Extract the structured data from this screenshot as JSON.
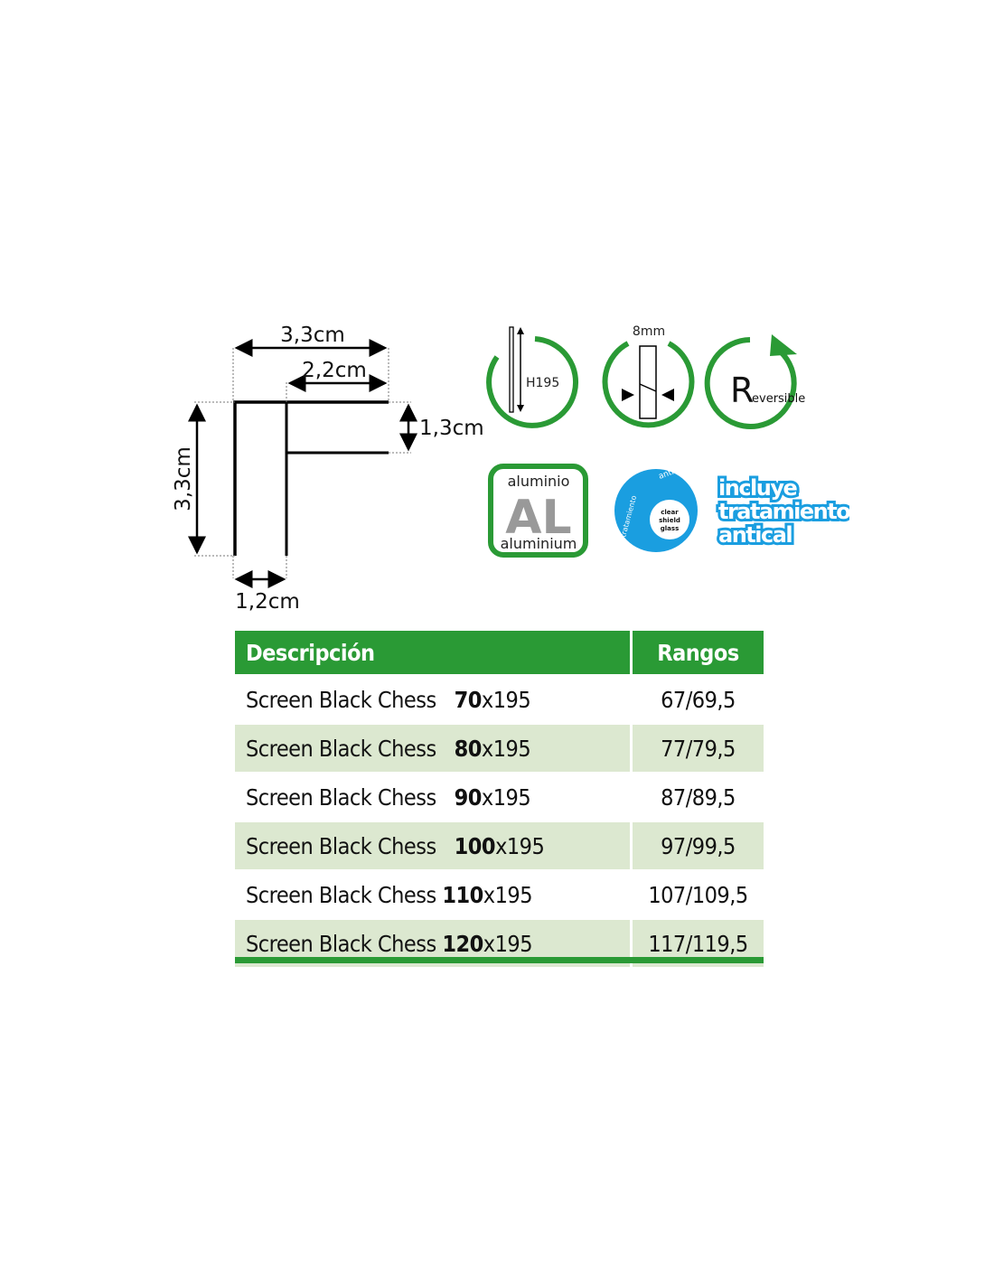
{
  "diagram": {
    "top_width": "3,3cm",
    "inner_width": "2,2cm",
    "right_height": "1,3cm",
    "left_height": "3,3cm",
    "bottom_width": "1,2cm"
  },
  "icons": {
    "height_label": "H195",
    "glass_thickness": "8mm",
    "reversible_initial": "R",
    "reversible_rest": "eversible",
    "aluminium_top": "aluminio",
    "aluminium_symbol": "AL",
    "aluminium_bottom": "aluminium",
    "antical_arc_top": "antical",
    "antical_arc_side": "tratamiento",
    "clear_shield": [
      "clear",
      "shield",
      "glass"
    ],
    "treatment_lines": [
      "incluye",
      "tratamiento",
      "antical"
    ]
  },
  "colors": {
    "green": "#2a9a35",
    "row_alt": "#dce8d0",
    "blue": "#1a9ee0"
  },
  "table": {
    "headers": {
      "description": "Descripción",
      "ranges": "Rangos"
    },
    "rows": [
      {
        "name": "Screen Black Chess",
        "width": "70",
        "height": "x195",
        "range": "67/69,5"
      },
      {
        "name": "Screen Black Chess",
        "width": "80",
        "height": "x195",
        "range": "77/79,5"
      },
      {
        "name": "Screen Black Chess",
        "width": "90",
        "height": "x195",
        "range": "87/89,5"
      },
      {
        "name": "Screen Black Chess",
        "width": "100",
        "height": "x195",
        "range": "97/99,5"
      },
      {
        "name": "Screen Black Chess",
        "width": "110",
        "height": "x195",
        "range": "107/109,5"
      },
      {
        "name": "Screen Black Chess",
        "width": "120",
        "height": "x195",
        "range": "117/119,5"
      }
    ]
  }
}
